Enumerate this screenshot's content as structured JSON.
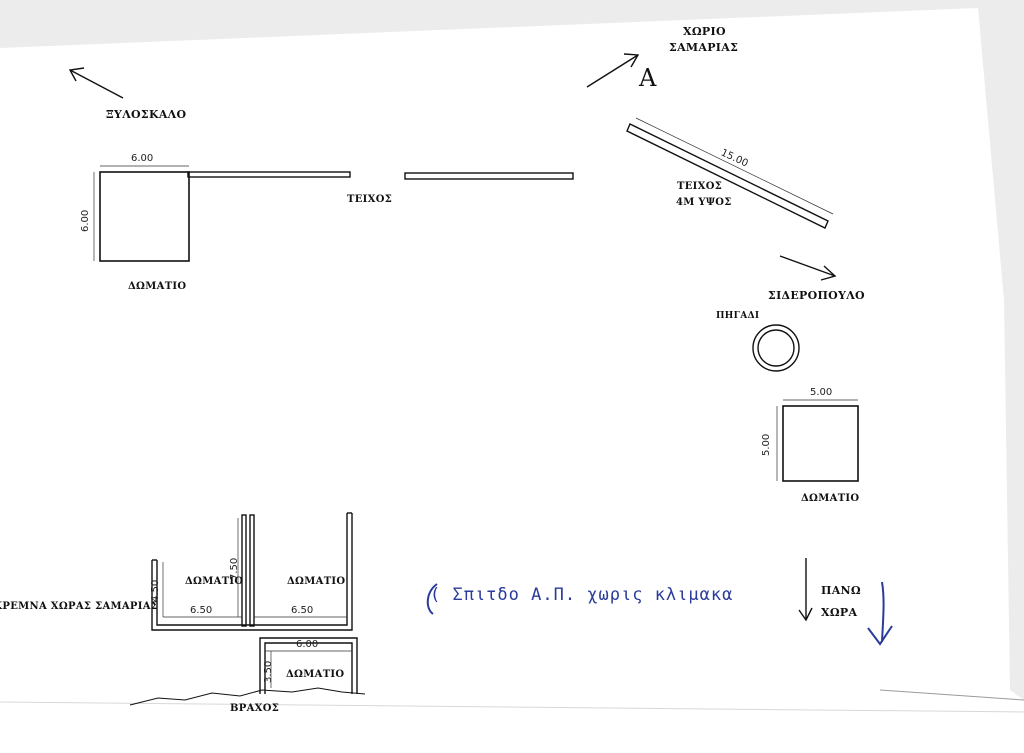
{
  "labels": {
    "xylo": "ΞΥΛΟΣΚΑΛΟ",
    "village_1": "ΧΩΡΙΟ",
    "village_2": "ΣΑΜΑΡΙΑΣ",
    "point_a": "A",
    "wall": "ΤΕΙΧΟΣ",
    "wall2_1": "ΤΕΙΧΟΣ",
    "wall2_2": "4Μ ΥΨΟΣ",
    "room_1": "ΔΩΜΑΤΙΟ",
    "gate": "ΣΙΔΕΡΟΠΟΥΛΟ",
    "well": "ΠΗΓΑΔΙ",
    "room_2": "ΔΩΜΑΤΙΟ",
    "room_3": "ΔΩΜΑΤΙΟ",
    "room_4": "ΔΩΜΑΤΙΟ",
    "room_5": "ΔΩΜΑΤΙΟ",
    "cliff": "ΓΚΡΕΜΝΑ ΧΩΡΑΣ ΣΑΜΑΡΙΑΣ",
    "rock": "ΒΡΑΧΟΣ",
    "upper_1": "ΠΑΝΩ",
    "upper_2": "ΧΩΡΑ",
    "handnote": "( Σπιτδο Α.Π. χωρις κλιμακα"
  },
  "dims": {
    "r1_w": "6.00",
    "r1_h": "6.00",
    "wall_len": "15.00",
    "r2_w": "5.00",
    "r2_h": "5.00",
    "s1_h": "4.50",
    "s1_w": "6.50",
    "s2_h": "7.50",
    "s2_w": "6.50",
    "s3_w": "6.00",
    "s3_h": "3.50"
  },
  "colors": {
    "ink": "#111111",
    "handwriting": "#2a3b9a",
    "paper": "#ffffff"
  }
}
